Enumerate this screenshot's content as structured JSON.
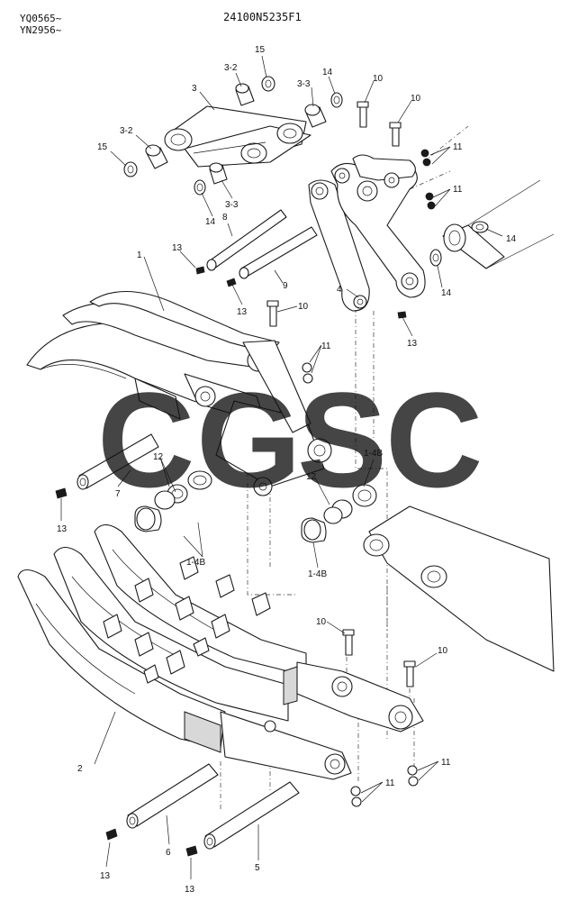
{
  "header": {
    "serial_lines": [
      "YQ0565~",
      "YN2956~"
    ],
    "drawing_number": "24100N5235F1"
  },
  "watermark": {
    "letters": [
      {
        "char": "C",
        "color": "#4a86e8"
      },
      {
        "char": "G",
        "color": "#ea6a5e"
      },
      {
        "char": "S",
        "color": "#f4c430"
      },
      {
        "char": "C",
        "color": "#4caf86"
      }
    ]
  },
  "callouts": {
    "l1": "1",
    "l2": "2",
    "l3": "3",
    "l3_2a": "3-2",
    "l3_2b": "3-2",
    "l3_3a": "3-3",
    "l3_3b": "3-3",
    "l4": "4",
    "l5": "5",
    "l6": "6",
    "l7": "7",
    "l8": "8",
    "l9": "9",
    "l10a": "10",
    "l10b": "10",
    "l10c": "10",
    "l10d": "10",
    "l10e": "10",
    "l11a": "11",
    "l11b": "11",
    "l11c": "11",
    "l11d": "11",
    "l11e": "11",
    "l12a": "12",
    "l12b": "12",
    "l13a": "13",
    "l13b": "13",
    "l13c": "13",
    "l13d": "13",
    "l13e": "13",
    "l13f": "13",
    "l14a": "14",
    "l14b": "14",
    "l14c": "14",
    "l14d": "14",
    "l15a": "15",
    "l15b": "15",
    "l1_4Ba": "1-4B",
    "l1_4Bb": "1-4B",
    "l1_4Bc": "1-4B"
  }
}
